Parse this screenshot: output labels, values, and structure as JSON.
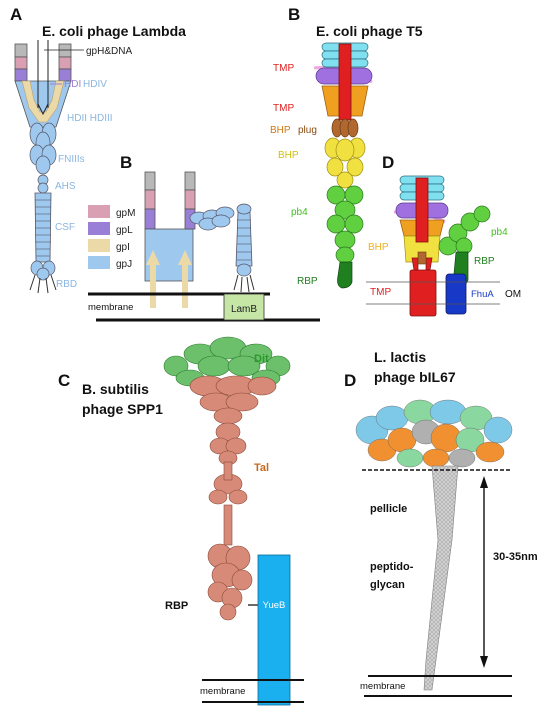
{
  "panels": {
    "A": {
      "letter": "A",
      "title": "E. coli phage Lambda",
      "labels": {
        "gph_dna": "gpH&DNA",
        "hdi": "HDI",
        "hdiv": "HDIV",
        "hdii_hdiii": "HDII HDIII",
        "fniiis": "FNIIIs",
        "ahs": "AHS",
        "csf": "CSF",
        "rbd": "RBD"
      }
    },
    "B_lambda": {
      "letter": "B",
      "legend": [
        "gpM",
        "gpL",
        "gpI",
        "gpJ"
      ],
      "membrane": "membrane",
      "receptor": "LamB"
    },
    "B_t5": {
      "letter": "B",
      "title": "E. coli  phage T5",
      "labels": {
        "tmp1": "TMP",
        "tmp2": "TMP",
        "bhp1": "BHP",
        "plug": "plug",
        "bhp2": "BHP",
        "pb4": "pb4",
        "rbp": "RBP"
      }
    },
    "D_t5": {
      "letter": "D",
      "labels": {
        "bhp": "BHP",
        "pb4": "pb4",
        "rbp": "RBP",
        "tmp": "TMP",
        "fhua": "FhuA",
        "om": "OM"
      }
    },
    "C": {
      "letter": "C",
      "title_line1": "B. subtilis",
      "title_line2": "phage SPP1",
      "labels": {
        "dit": "Dit",
        "tal": "Tal",
        "rbp": "RBP",
        "yueb": "YueB",
        "membrane": "membrane"
      }
    },
    "D_bil67": {
      "letter": "D",
      "title_line1": "L. lactis",
      "title_line2": "phage bIL67",
      "labels": {
        "pellicle": "pellicle",
        "peptido": "peptido-",
        "glycan": "glycan",
        "distance": "30-35nm",
        "membrane": "membrane"
      }
    }
  },
  "colors": {
    "gpM": "#d9a0b4",
    "gpL": "#9a7fd6",
    "gpI": "#ecd9a8",
    "gpJ": "#9ec8ee",
    "lambda_label": "#8ab6e0",
    "tmp": "#e02020",
    "bhp_orange": "#f0a020",
    "bhp_yellow": "#f0e040",
    "pb4_green": "#60d040",
    "rbp_green": "#208020",
    "cyan": "#80e0f0",
    "purple": "#a070e0",
    "plug_brown": "#b06830",
    "fhua": "#1838c8",
    "lamb": "#c6e6a6",
    "spp1_dit": "#3aa03a",
    "spp1_tal": "#c87864",
    "yueb": "#1ab0f0"
  }
}
